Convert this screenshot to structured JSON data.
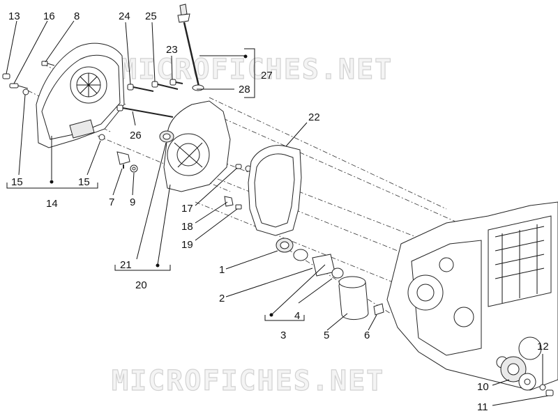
{
  "watermark": {
    "top": "MICROFICHES.NET",
    "bottom": "MICROFICHES.NET"
  },
  "callouts": {
    "c13": "13",
    "c16": "16",
    "c8": "8",
    "c24": "24",
    "c25": "25",
    "c23": "23",
    "c27": "27",
    "c28": "28",
    "c22": "22",
    "c26": "26",
    "c15a": "15",
    "c15b": "15",
    "c14": "14",
    "c7": "7",
    "c9": "9",
    "c17": "17",
    "c18": "18",
    "c19": "19",
    "c21": "21",
    "c20": "20",
    "c1": "1",
    "c2": "2",
    "c3": "3",
    "c4": "4",
    "c5": "5",
    "c6": "6",
    "c12": "12",
    "c10": "10",
    "c11": "11"
  },
  "colors": {
    "line": "#222222",
    "watermark": "#d2d2d2",
    "shade": "#e9e9e9"
  }
}
